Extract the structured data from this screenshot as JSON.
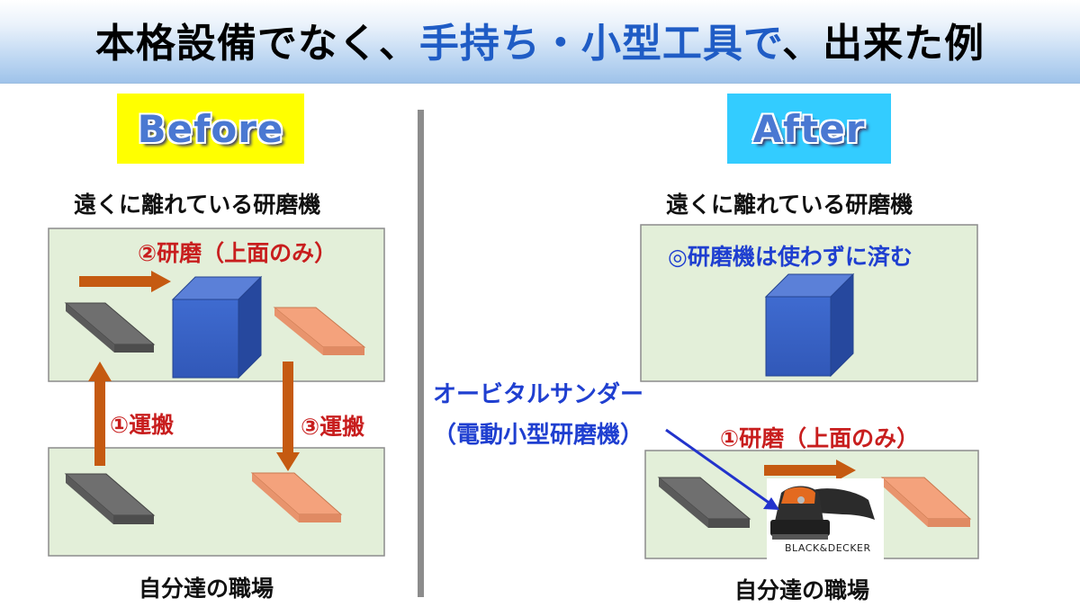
{
  "title": {
    "part1": "本格設備でなく、",
    "highlight": "手持ち・小型工具で",
    "part2": "、出来た例"
  },
  "before": {
    "badge": "Before",
    "facility_label": "遠くに離れている研磨機",
    "workplace_label": "自分達の職場",
    "step1": "①運搬",
    "step2": "②研磨（上面のみ）",
    "step3": "③運搬"
  },
  "after": {
    "badge": "After",
    "facility_label": "遠くに離れている研磨機",
    "workplace_label": "自分達の職場",
    "note": "◎研磨機は使わずに済む",
    "step1": "①研磨（上面のみ）",
    "tool_name_line1": "オービタルサンダー",
    "tool_name_line2": "（電動小型研磨機）",
    "tool_brand": "BLACK&DECKER"
  },
  "colors": {
    "box_fill": "#e3efd9",
    "box_border": "#8c8c8c",
    "arrow": "#c55a11",
    "cube": "#3a62c4",
    "plate_gray": "#6f6f6f",
    "plate_orange": "#f4a27c",
    "header_text_highlight": "#1f5cc5",
    "red_text": "#c81e1e",
    "blue_text": "#1f3fd0"
  },
  "icons": [
    "gray-plate-icon",
    "orange-plate-icon",
    "grinder-cube-icon",
    "orbital-sander-icon",
    "arrow-icon"
  ]
}
